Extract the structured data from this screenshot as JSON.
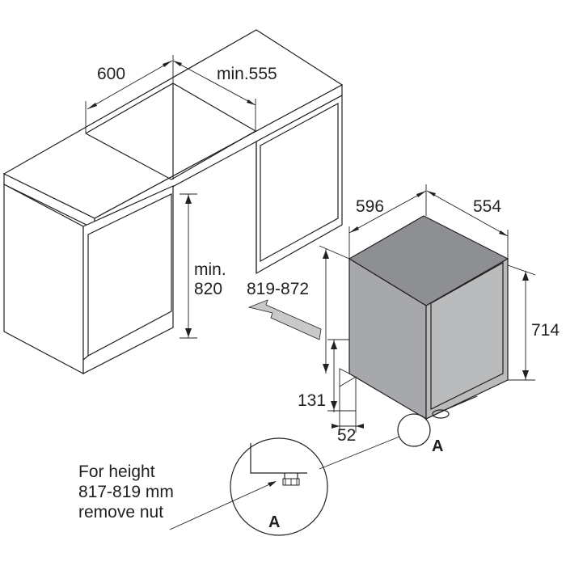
{
  "dimensions": {
    "cabinet_width": "600",
    "cabinet_depth": "min.555",
    "cabinet_height_min": "min.",
    "cabinet_height_min_value": "820",
    "cabinet_height_range": "819-872",
    "appliance_width": "596",
    "appliance_depth": "554",
    "appliance_height": "714",
    "plinth_height": "131",
    "plinth_depth": "52"
  },
  "detail": {
    "marker_label": "A",
    "detail_label": "A",
    "note_lines": [
      "For height",
      "817-819 mm",
      "remove nut"
    ]
  },
  "colors": {
    "line": "#231f20",
    "appliance_front": "#a6a8ab",
    "appliance_top": "#8d8f92",
    "appliance_side": "#b9bbbd",
    "arrow": "#c8c9cb"
  }
}
